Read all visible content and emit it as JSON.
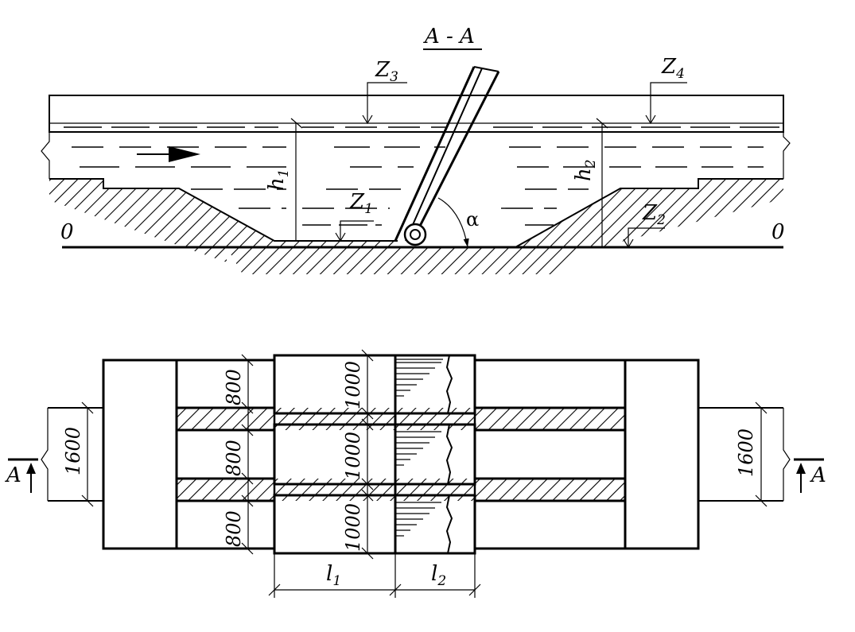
{
  "section": {
    "title": "A - A",
    "labels": {
      "z1": {
        "base": "Z",
        "sub": "1"
      },
      "z2": {
        "base": "Z",
        "sub": "2"
      },
      "z3": {
        "base": "Z",
        "sub": "3"
      },
      "z4": {
        "base": "Z",
        "sub": "4"
      },
      "h1": {
        "base": "h",
        "sub": "1"
      },
      "h2": {
        "base": "h",
        "sub": "2"
      },
      "alpha": "α",
      "datum_left": "0",
      "datum_right": "0"
    }
  },
  "plan": {
    "channel_width": "1600",
    "bay_widths": [
      "800",
      "800",
      "800"
    ],
    "gate_widths": [
      "1000",
      "1000",
      "1000"
    ],
    "l1": {
      "base": "l",
      "sub": "1"
    },
    "l2": {
      "base": "l",
      "sub": "2"
    },
    "cut_left": "A",
    "cut_right": "A"
  },
  "colors": {
    "line": "#000000",
    "background": "#ffffff"
  }
}
